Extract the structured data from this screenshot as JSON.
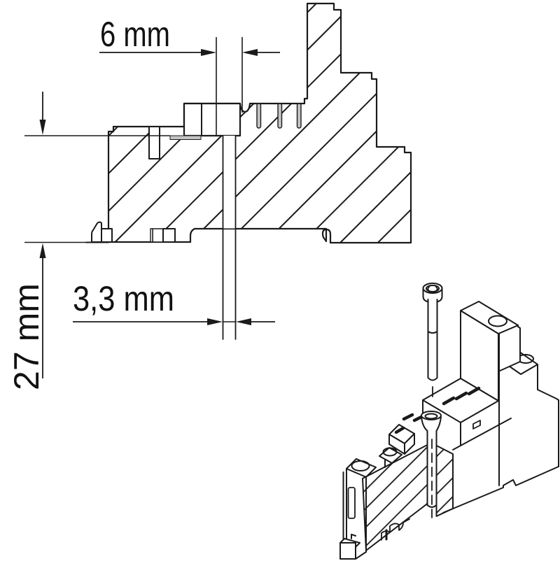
{
  "drawing": {
    "dimensions": {
      "top_width": {
        "label": "6 mm"
      },
      "slot_width": {
        "label": "3,3 mm"
      },
      "height": {
        "label": "27 mm"
      }
    },
    "colors": {
      "line": "#1a1a1a",
      "background": "#ffffff",
      "slot_fill": "#c4c4c4"
    }
  }
}
